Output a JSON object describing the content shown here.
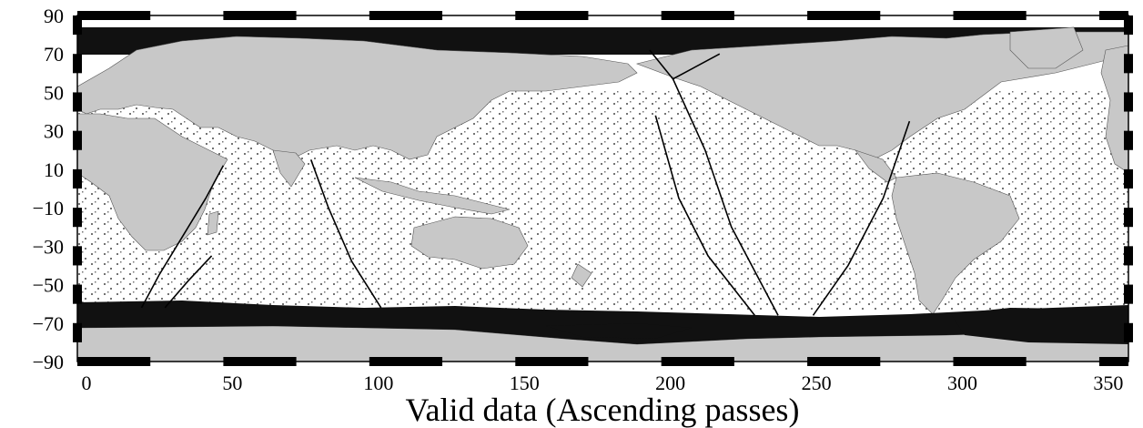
{
  "figure": {
    "caption": "Valid data (Ascending passes)"
  },
  "axes": {
    "x_ticks": [
      "0",
      "50",
      "100",
      "150",
      "200",
      "250",
      "300",
      "350"
    ],
    "x_tick_values": [
      0,
      50,
      100,
      150,
      200,
      250,
      300,
      350
    ],
    "y_ticks": [
      "90",
      "70",
      "50",
      "30",
      "10",
      "−10",
      "−30",
      "−50",
      "−70",
      "−90"
    ],
    "y_tick_values": [
      90,
      70,
      50,
      30,
      10,
      -10,
      -30,
      -50,
      -70,
      -90
    ],
    "x_range": [
      0,
      360
    ],
    "y_range": [
      -90,
      90
    ],
    "frame_interval_lon": 25,
    "frame_interval_lat": 10
  },
  "colors": {
    "land": "#c8c8c8",
    "valid_data": "#000000",
    "background": "#ffffff",
    "ice_shelf": "#111111"
  },
  "tracks": [
    {
      "points": [
        [
          22,
          -62
        ],
        [
          28,
          -45
        ],
        [
          36,
          -25
        ],
        [
          44,
          -5
        ],
        [
          50,
          12
        ]
      ]
    },
    {
      "points": [
        [
          30,
          -62
        ],
        [
          38,
          -48
        ],
        [
          46,
          -35
        ]
      ]
    },
    {
      "points": [
        [
          80,
          15
        ],
        [
          86,
          -10
        ],
        [
          94,
          -38
        ],
        [
          104,
          -62
        ]
      ]
    },
    {
      "points": [
        [
          198,
          38
        ],
        [
          206,
          -5
        ],
        [
          216,
          -35
        ],
        [
          232,
          -66
        ]
      ]
    },
    {
      "points": [
        [
          204,
          57
        ],
        [
          215,
          20
        ],
        [
          224,
          -20
        ],
        [
          240,
          -66
        ]
      ]
    },
    {
      "points": [
        [
          252,
          -66
        ],
        [
          264,
          -40
        ],
        [
          276,
          -5
        ],
        [
          285,
          35
        ]
      ]
    },
    {
      "points": [
        [
          196,
          72
        ],
        [
          204,
          57
        ],
        [
          220,
          70
        ]
      ]
    }
  ],
  "labels": {
    "map_title": "Valid data (Ascending passes)"
  }
}
